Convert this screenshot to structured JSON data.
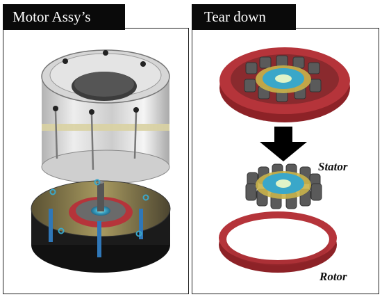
{
  "left_panel": {
    "title": "Motor Assy’s"
  },
  "right_panel": {
    "title": "Tear down",
    "stator_label": "Stator",
    "rotor_label": "Rotor"
  },
  "colors": {
    "rotor_red": "#b5343a",
    "stator_gray": "#5a5a5a",
    "coil_yellow": "#c9b24a",
    "hub_blue": "#3aa7c9",
    "arrow": "#000000"
  }
}
